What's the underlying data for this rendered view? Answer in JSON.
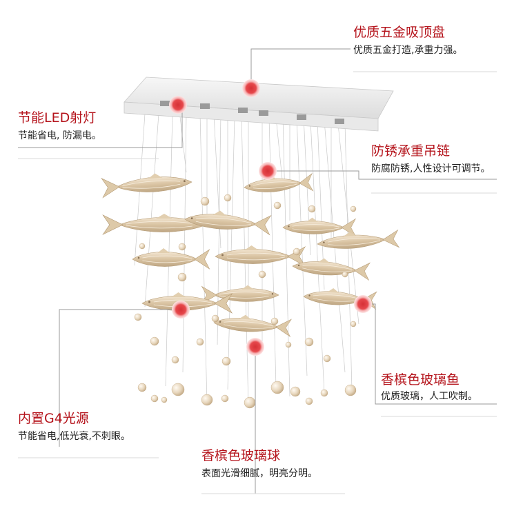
{
  "annotations": [
    {
      "title": "优质五金吸顶盘",
      "desc": "优质五金打造,承重力强。"
    },
    {
      "title": "节能LED射灯",
      "desc": "节能省电, 防漏电。"
    },
    {
      "title": "防锈承重吊链",
      "desc": "防腐防锈,人性设计可调节。"
    },
    {
      "title": "香槟色玻璃鱼",
      "desc": "优质玻璃，人工吹制。"
    },
    {
      "title": "内置G4光源",
      "desc": "节能省电,低光衰,不刺眼。"
    },
    {
      "title": "香槟色玻璃球",
      "desc": "表面光滑细腻，明亮分明。"
    }
  ],
  "colors": {
    "accent": "#b5141c",
    "marker": "#e8484c",
    "text": "#222222"
  }
}
